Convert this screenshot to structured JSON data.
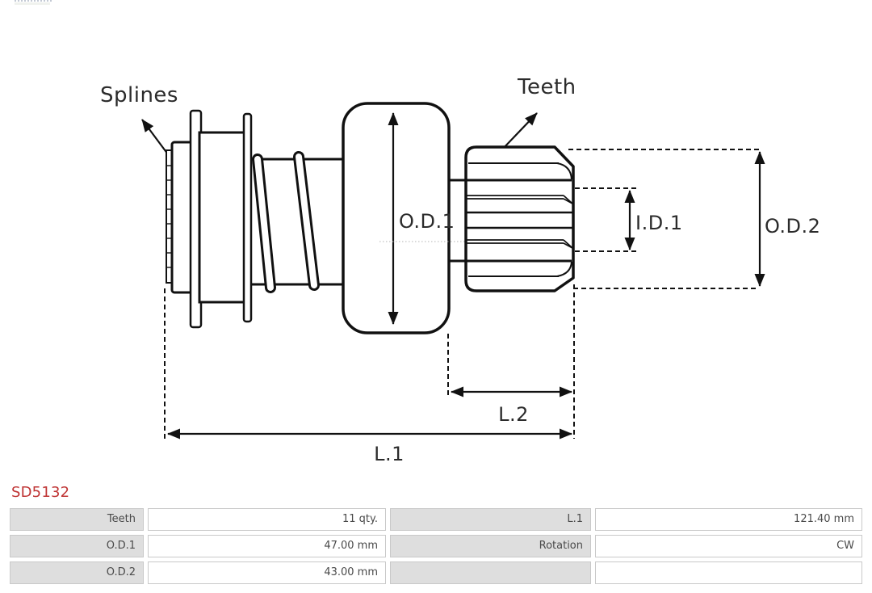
{
  "diagram": {
    "callouts": {
      "splines": "Splines",
      "teeth": "Teeth"
    },
    "dimensions": {
      "od1": "O.D.1",
      "id1": "I.D.1",
      "od2": "O.D.2",
      "l2": "L.2",
      "l1": "L.1"
    }
  },
  "part": {
    "number": "SD5132"
  },
  "specs": {
    "rows": [
      {
        "c1": "Teeth",
        "c2": "11 qty.",
        "c3": "L.1",
        "c4": "121.40 mm"
      },
      {
        "c1": "O.D.1",
        "c2": "47.00 mm",
        "c3": "Rotation",
        "c4": "CW"
      },
      {
        "c1": "O.D.2",
        "c2": "43.00 mm",
        "c3": "",
        "c4": ""
      }
    ]
  },
  "colors": {
    "part_number": "#bf3434",
    "drawing_line": "#111111",
    "label_cell_bg": "#dedede",
    "value_cell_bg": "#ffffff",
    "cell_border": "#c9c9c9",
    "table_text": "#4a4a4a"
  }
}
